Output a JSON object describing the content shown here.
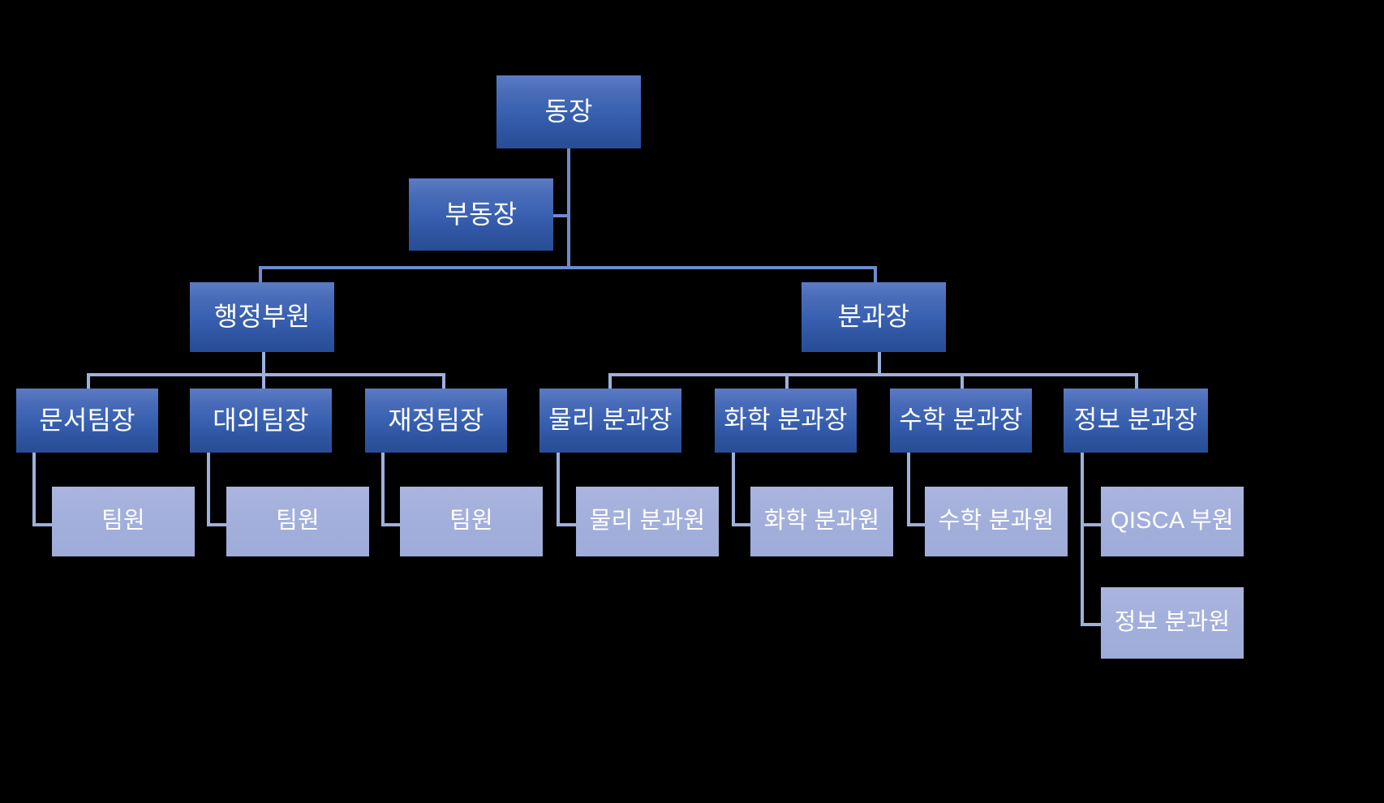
{
  "diagram": {
    "type": "organization-chart",
    "title": "",
    "background_color": "#000000",
    "colors": {
      "manager_box_top": "#5b7bc4",
      "manager_box_bottom": "#284d96",
      "member_box": "#a4b0dc",
      "connector_light": "#9fb0dc",
      "connector_dark": "#6f8bcc",
      "text": "#ffffff"
    },
    "nodes": {
      "director": {
        "label": "동장"
      },
      "deputy_director": {
        "label": "부동장"
      },
      "admin_head": {
        "label": "행정부원"
      },
      "division_head": {
        "label": "분과장"
      },
      "doc_team_lead": {
        "label": "문서팀장"
      },
      "external_team_lead": {
        "label": "대외팀장"
      },
      "finance_team_lead": {
        "label": "재정팀장"
      },
      "physics_division_lead": {
        "label": "물리 분과장"
      },
      "chemistry_division_lead": {
        "label": "화학 분과장"
      },
      "math_division_lead": {
        "label": "수학 분과장"
      },
      "info_division_lead": {
        "label": "정보 분과장"
      },
      "doc_team_member": {
        "label": "팀원"
      },
      "external_team_member": {
        "label": "팀원"
      },
      "finance_team_member": {
        "label": "팀원"
      },
      "physics_member": {
        "label": "물리 분과원"
      },
      "chemistry_member": {
        "label": "화학 분과원"
      },
      "math_member": {
        "label": "수학 분과원"
      },
      "qisca_member": {
        "label": "QISCA 부원"
      },
      "info_member": {
        "label": "정보 분과원"
      }
    }
  }
}
